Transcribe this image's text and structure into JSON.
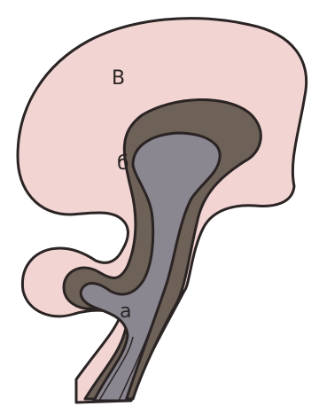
{
  "diagram": {
    "labels": {
      "outer": "В",
      "middle": "б",
      "inner": "а"
    },
    "colors": {
      "outer_fill": "#f2d5d3",
      "middle_fill": "#6e6157",
      "inner_fill": "#8b8791",
      "outline": "#2b2424",
      "background": "#ffffff"
    }
  }
}
